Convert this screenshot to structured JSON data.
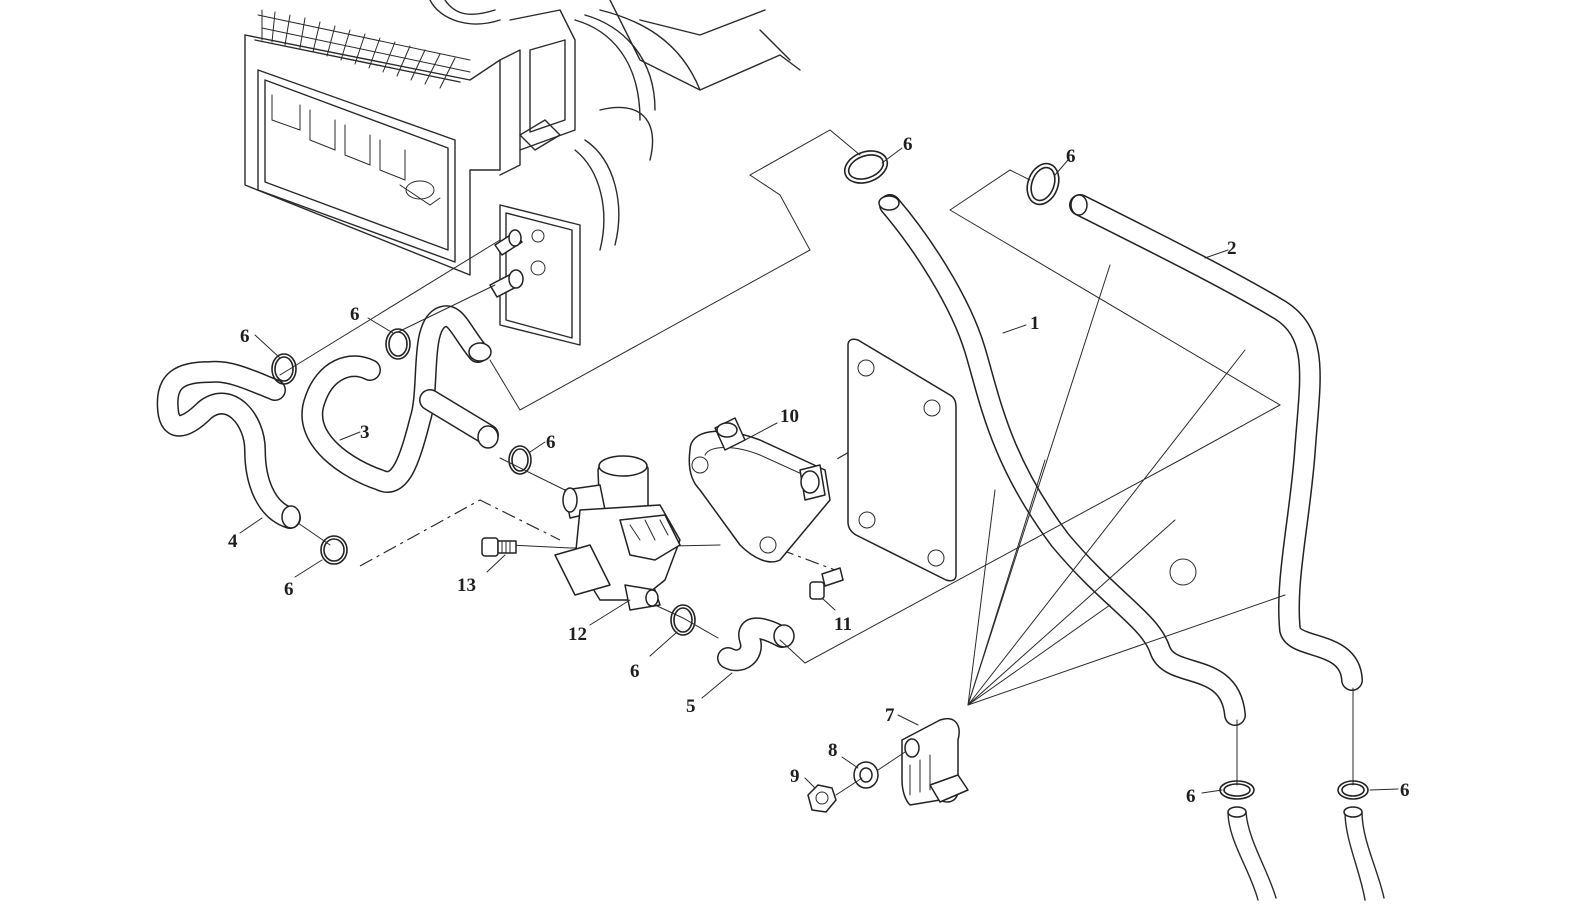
{
  "diagram": {
    "callouts": [
      {
        "id": "c1",
        "text": "1"
      },
      {
        "id": "c2",
        "text": "2"
      },
      {
        "id": "c3",
        "text": "3"
      },
      {
        "id": "c4",
        "text": "4"
      },
      {
        "id": "c5",
        "text": "5"
      },
      {
        "id": "c6a",
        "text": "6"
      },
      {
        "id": "c6b",
        "text": "6"
      },
      {
        "id": "c6c",
        "text": "6"
      },
      {
        "id": "c6d",
        "text": "6"
      },
      {
        "id": "c6e",
        "text": "6"
      },
      {
        "id": "c6f",
        "text": "6"
      },
      {
        "id": "c6g",
        "text": "6"
      },
      {
        "id": "c6h",
        "text": "6"
      },
      {
        "id": "c6i",
        "text": "6"
      },
      {
        "id": "c7",
        "text": "7"
      },
      {
        "id": "c8",
        "text": "8"
      },
      {
        "id": "c9",
        "text": "9"
      },
      {
        "id": "c10",
        "text": "10"
      },
      {
        "id": "c11",
        "text": "11"
      },
      {
        "id": "c12",
        "text": "12"
      },
      {
        "id": "c13",
        "text": "13"
      }
    ]
  }
}
